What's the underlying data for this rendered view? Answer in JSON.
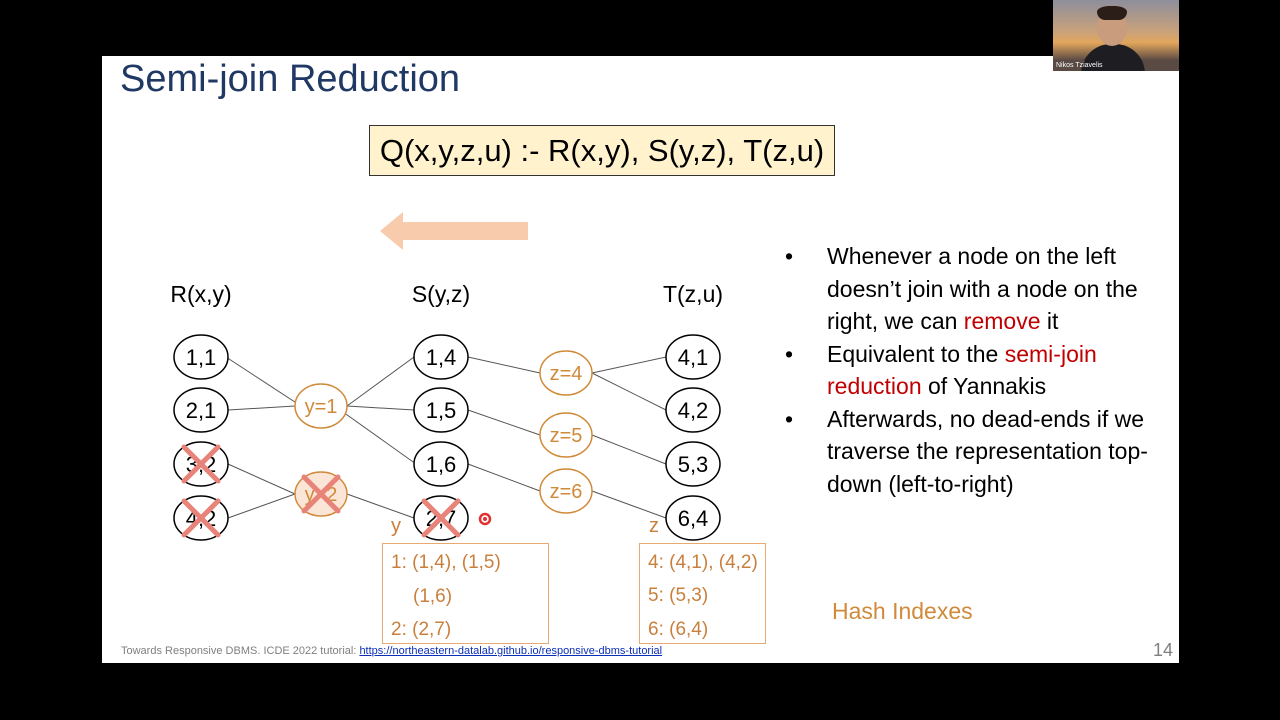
{
  "slide": {
    "title": "Semi-join Reduction",
    "query": "Q(x,y,z,u) :- R(x,y), S(y,z), T(z,u)",
    "page_number": "14",
    "footer_text": "Towards Responsive DBMS. ICDE 2022 tutorial: ",
    "footer_link": "https://northeastern-datalab.github.io/responsive-dbms-tutorial"
  },
  "webcam": {
    "name": "Nikos Tziavelis"
  },
  "diagram": {
    "relations": [
      {
        "label": "R(x,y)",
        "nodes": [
          "1,1",
          "2,1",
          "3,2",
          "4,2"
        ],
        "removed": [
          false,
          false,
          true,
          true
        ]
      },
      {
        "label": "S(y,z)",
        "nodes": [
          "1,4",
          "1,5",
          "1,6",
          "2,7"
        ],
        "removed": [
          false,
          false,
          false,
          true
        ]
      },
      {
        "label": "T(z,u)",
        "nodes": [
          "4,1",
          "4,2",
          "5,3",
          "6,4"
        ],
        "removed": [
          false,
          false,
          false,
          false
        ]
      }
    ],
    "join_values_xy": [
      {
        "label": "y=1",
        "removed": false
      },
      {
        "label": "y=2",
        "removed": true
      }
    ],
    "join_values_yz": [
      {
        "label": "z=4"
      },
      {
        "label": "z=5"
      },
      {
        "label": "z=6"
      }
    ],
    "colors": {
      "accent": "#d08a3a",
      "arrow": "#f8cbad",
      "cross": "#e8837a",
      "node_fill": "#ffffff",
      "join_fill": "#fbe5d6"
    }
  },
  "bullets": [
    {
      "parts": [
        {
          "text": "Whenever a node on the left doesn’t join with a node on the right, we can ",
          "red": false
        },
        {
          "text": "remove",
          "red": true
        },
        {
          "text": " it",
          "red": false
        }
      ]
    },
    {
      "parts": [
        {
          "text": "Equivalent to the ",
          "red": false
        },
        {
          "text": "semi-join reduction",
          "red": true
        },
        {
          "text": " of Yannakis",
          "red": false
        }
      ]
    },
    {
      "parts": [
        {
          "text": "Afterwards, no dead-ends if we traverse the representation top-down (left-to-right)",
          "red": false
        }
      ]
    }
  ],
  "hash_indexes": {
    "label": "Hash Indexes",
    "y_index": {
      "key": "y",
      "lines": [
        "1: (1,4), (1,5)",
        "(1,6)",
        "2: (2,7)"
      ]
    },
    "z_index": {
      "key": "z",
      "lines": [
        "4: (4,1), (4,2)",
        "5: (5,3)",
        "6: (6,4)"
      ]
    }
  }
}
